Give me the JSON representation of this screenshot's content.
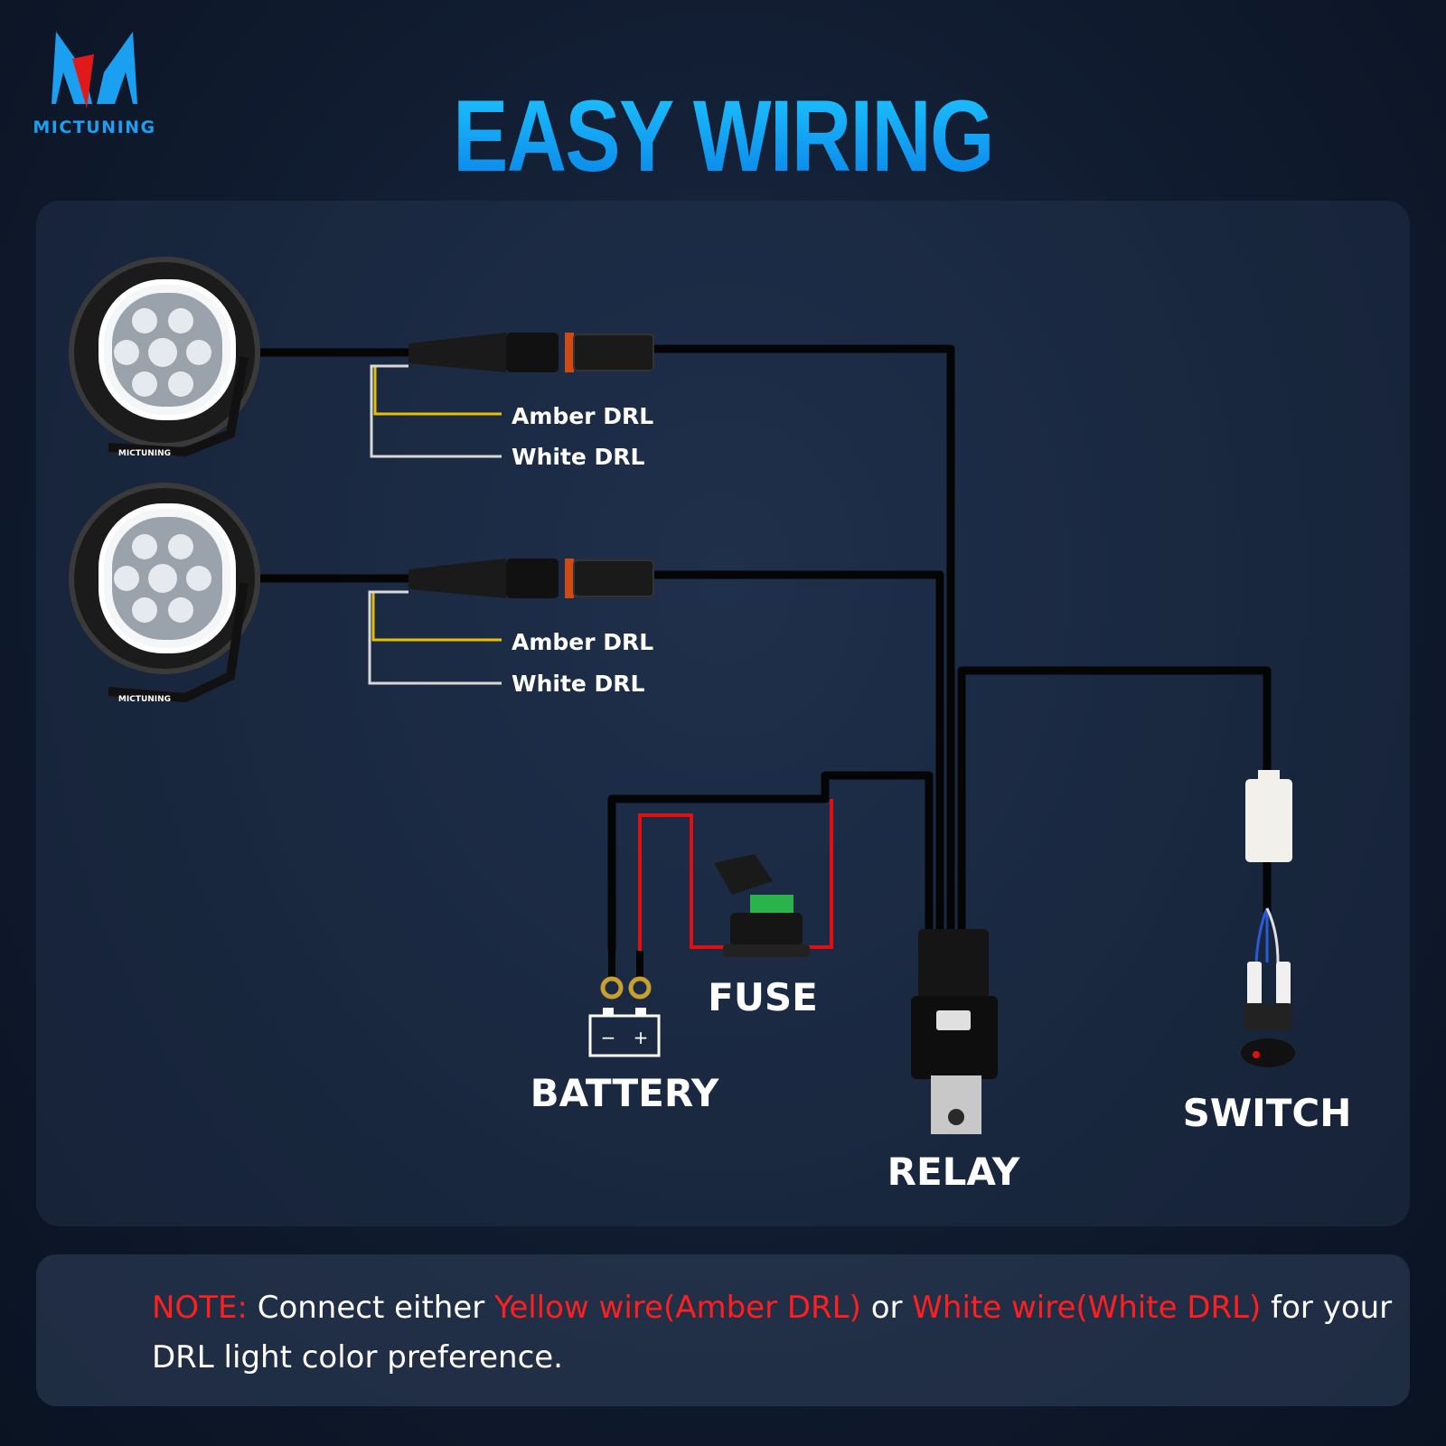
{
  "brand": {
    "name": "MICTUNING",
    "logo": "mictuning-m-logo"
  },
  "headline": "EASY WIRING",
  "lights": [
    {
      "amber_label": "Amber DRL",
      "white_label": "White DRL",
      "badge": "MICTUNING"
    },
    {
      "amber_label": "Amber DRL",
      "white_label": "White DRL",
      "badge": "MICTUNING"
    }
  ],
  "components": {
    "fuse": "FUSE",
    "battery": "BATTERY",
    "battery_minus": "−",
    "battery_plus": "+",
    "relay": "RELAY",
    "switch": "SWITCH"
  },
  "note": {
    "prefix": "NOTE:",
    "text1": " Connect either ",
    "yellow_option": "Yellow wire(Amber DRL)",
    "text2": " or ",
    "white_option": "White wire(White DRL)",
    "text3": " for your DRL light color preference."
  },
  "colors": {
    "accent_blue": "#1b9ff0",
    "note_red": "#ff1f1f",
    "wire_yellow": "#e8c000",
    "wire_red": "#e01010",
    "wire_white": "#d8d8d8"
  }
}
